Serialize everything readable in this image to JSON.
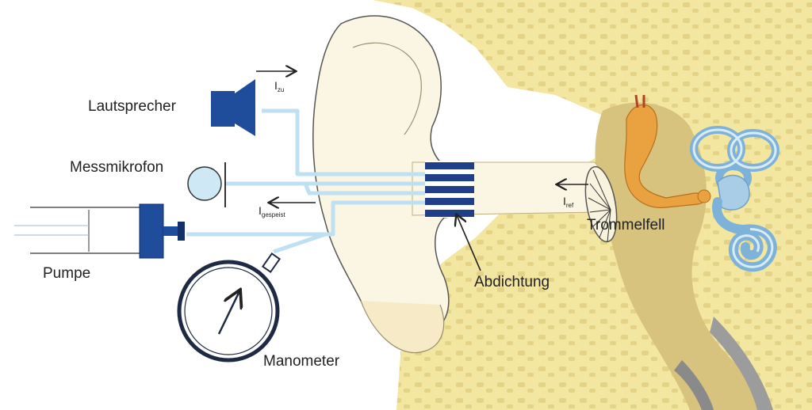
{
  "labels": {
    "speaker": "Lautsprecher",
    "microphone": "Messmikrofon",
    "pump": "Pumpe",
    "manometer": "Manometer",
    "seal": "Abdichtung",
    "eardrum": "Trommelfell"
  },
  "symbols": {
    "i_in_main": "I",
    "i_in_sub": "zu",
    "i_stored_main": "I",
    "i_stored_sub": "gespeist",
    "i_ref_main": "I",
    "i_ref_sub": "ref"
  },
  "colors": {
    "bone": "#f3e6a0",
    "bone_texture": "#e4d286",
    "dark_bone": "#d7c27e",
    "skin": "#fbf6e4",
    "ossicles": "#e9a23f",
    "inner_ear": "#a9cde6",
    "device_blue": "#1f4d9c",
    "tube": "#bfe0f2",
    "seal_blue": "#1f3f88",
    "outline": "#333333"
  }
}
